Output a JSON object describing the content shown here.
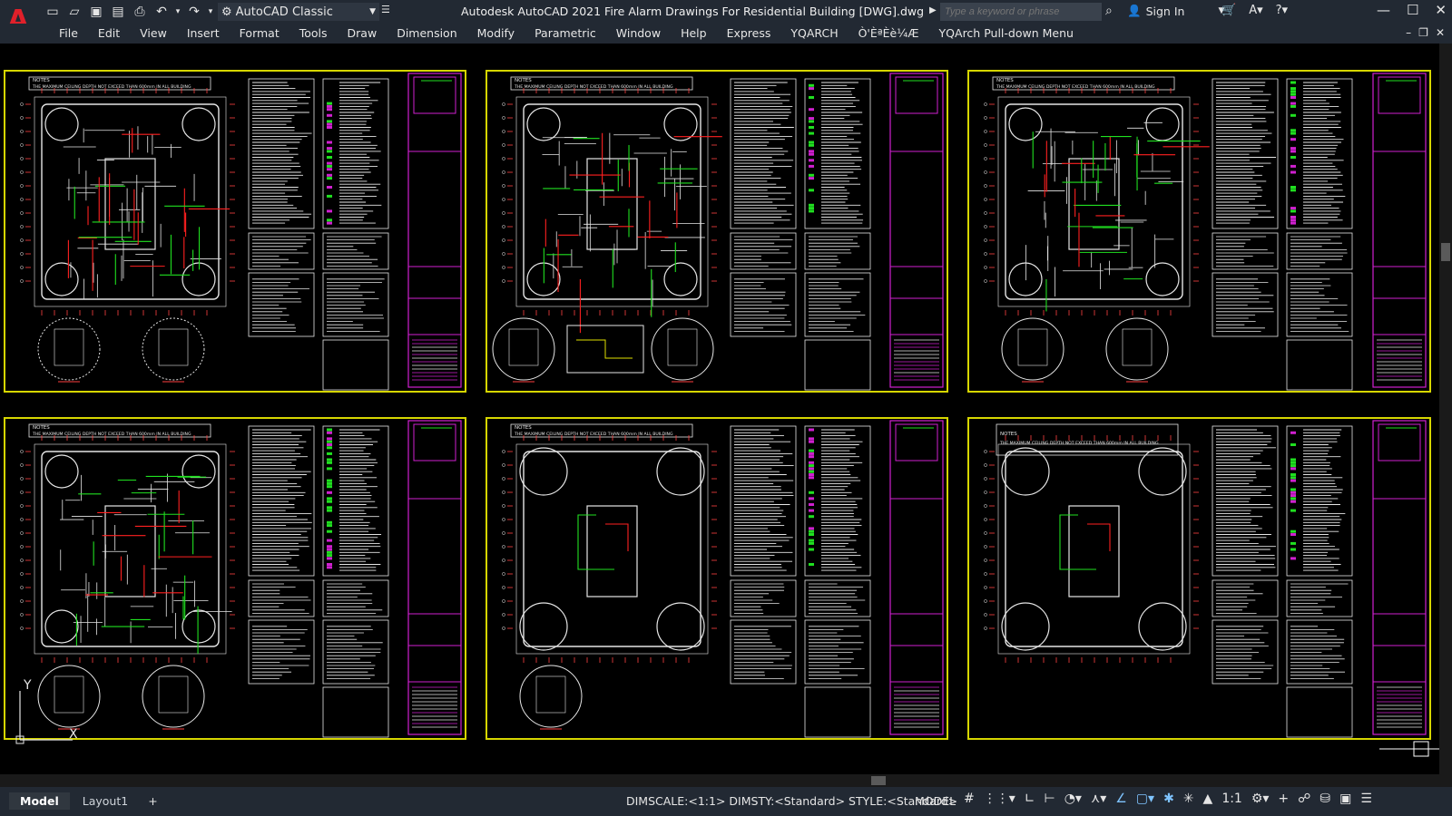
{
  "app": {
    "logo_letter": "A",
    "workspace": "AutoCAD Classic",
    "title": "Autodesk AutoCAD 2021    Fire Alarm Drawings For Residential Building [DWG].dwg",
    "search_placeholder": "Type a keyword or phrase",
    "sign_in": "Sign In"
  },
  "menu": [
    "File",
    "Edit",
    "View",
    "Insert",
    "Format",
    "Tools",
    "Draw",
    "Dimension",
    "Modify",
    "Parametric",
    "Window",
    "Help",
    "Express",
    "YQARCH",
    "Ò'ÈªÈè¼Æ",
    "YQArch Pull-down Menu"
  ],
  "sheets": [
    {
      "note": "THE MAXIMUM CEILING DEPTH NOT EXCEED THAN 600mm IN ALL BUILDING",
      "heading": "NOTES"
    },
    {
      "note": "THE MAXIMUM CEILING DEPTH NOT EXCEED THAN 600mm IN ALL BUILDING",
      "heading": "NOTES"
    },
    {
      "note": "THE MAXIMUM CEILING DEPTH NOT EXCEED THAN 600mm IN ALL BUILDING",
      "heading": "NOTES"
    },
    {
      "note": "THE MAXIMUM CEILING DEPTH NOT EXCEED THAN 600mm IN ALL BUILDING",
      "heading": "NOTES"
    },
    {
      "note": "THE MAXIMUM CEILING DEPTH NOT EXCEED THAN 600mm IN ALL BUILDING",
      "heading": "NOTES"
    },
    {
      "note": "THE MAXIMUM CEILING DEPTH NOT EXCEED THAN 600mm IN ALL BUILDING",
      "heading": "NOTES"
    }
  ],
  "ucs": {
    "x": "X",
    "y": "Y"
  },
  "status": {
    "tabs": [
      "Model",
      "Layout1"
    ],
    "add_tab": "+",
    "dim_info": "DIMSCALE:<1:1> DIMSTY:<Standard> STYLE:<Standard>",
    "space": "MODEL",
    "scale": "1:1"
  },
  "colors": {
    "sheet_border": "#d6d600",
    "wall": "#e6e6e6",
    "wire_red": "#ff2020",
    "wire_green": "#20e020",
    "magenta": "#d020d0",
    "chrome": "#222933"
  }
}
